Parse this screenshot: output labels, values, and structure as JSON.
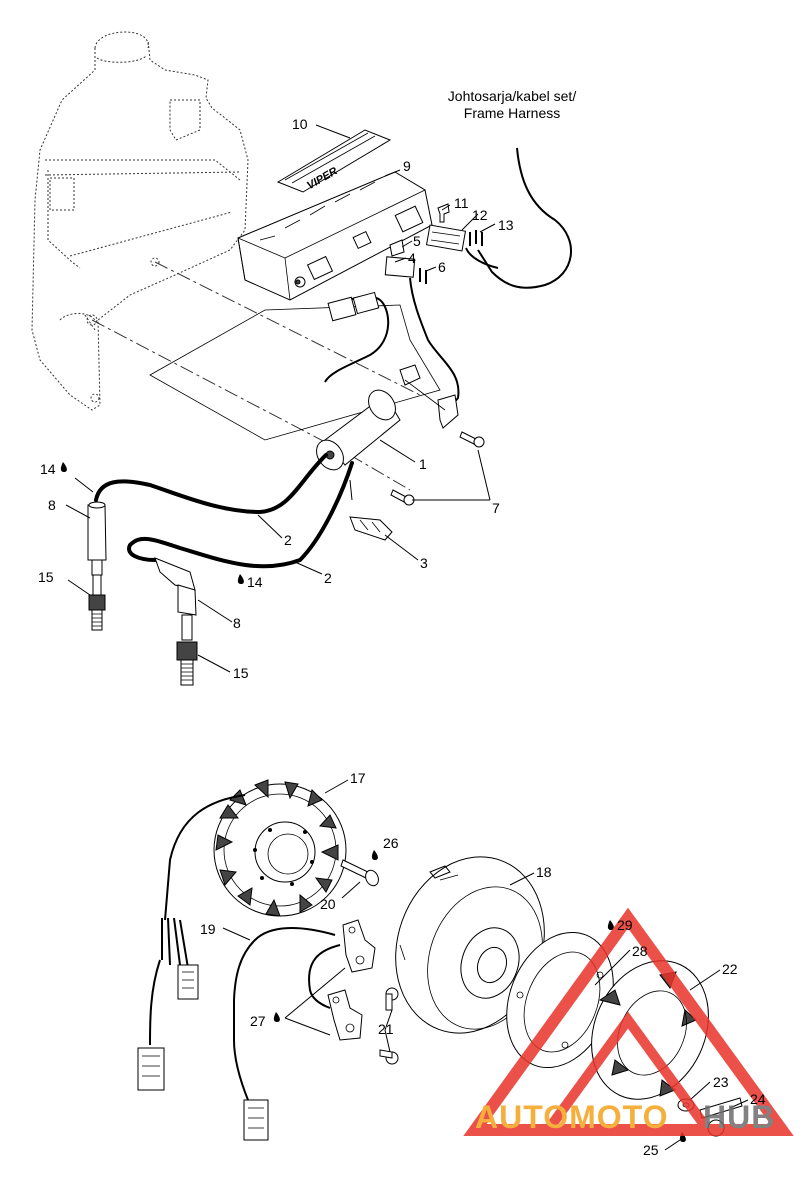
{
  "harness_note": [
    "Johtosarja/kabel set/",
    "Frame Harness"
  ],
  "decal_text": "VIPER",
  "callouts": {
    "c1": "1",
    "c2a": "2",
    "c2b": "2",
    "c3": "3",
    "c4": "4",
    "c5": "5",
    "c6": "6",
    "c7": "7",
    "c8a": "8",
    "c8b": "8",
    "c9": "9",
    "c10": "10",
    "c11": "11",
    "c12": "12",
    "c13": "13",
    "c14a": "14",
    "c14b": "14",
    "c15a": "15",
    "c15b": "15",
    "c17": "17",
    "c18": "18",
    "c19": "19",
    "c20": "20",
    "c21": "21",
    "c22": "22",
    "c23": "23",
    "c24": "24",
    "c25": "25",
    "c26": "26",
    "c27": "27",
    "c28": "28",
    "c29": "29"
  },
  "watermark": {
    "part1": "AUTOMOTO",
    "part2": "HUB"
  },
  "colors": {
    "ink": "#000000",
    "watermark_red": "#e8322a",
    "watermark_orange": "#f3a21b",
    "watermark_gray": "#6d6d6d"
  }
}
